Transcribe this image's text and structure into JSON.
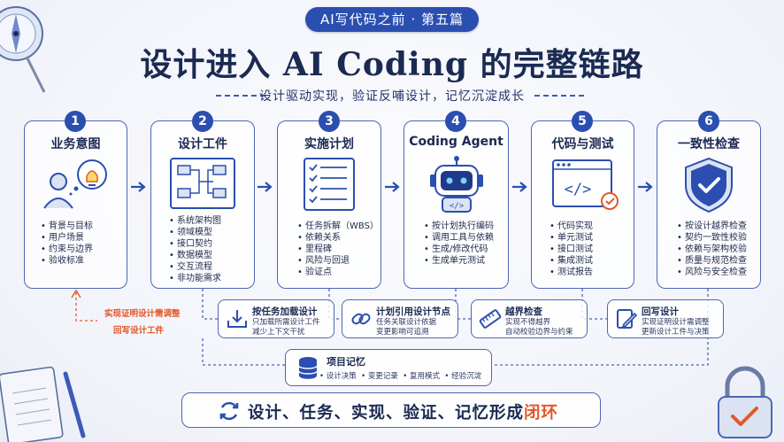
{
  "header": {
    "pill": "AI写代码之前 · 第五篇",
    "title": "设计进入 AI Coding 的完整链路",
    "subtitle": "设计驱动实现，验证反哺设计，记忆沉淀成长"
  },
  "steps": [
    {
      "num": "1",
      "title": "业务意图",
      "items": [
        "背景与目标",
        "用户场景",
        "约束与边界",
        "验收标准"
      ],
      "icon": "person-lightbulb-icon"
    },
    {
      "num": "2",
      "title": "设计工件",
      "items": [
        "系统架构图",
        "领域模型",
        "接口契约",
        "数据模型",
        "交互流程",
        "非功能需求"
      ],
      "icon": "diagram-board-icon"
    },
    {
      "num": "3",
      "title": "实施计划",
      "items": [
        "任务拆解（WBS）",
        "依赖关系",
        "里程碑",
        "风险与回退",
        "验证点"
      ],
      "icon": "checklist-icon"
    },
    {
      "num": "4",
      "title": "Coding Agent",
      "items": [
        "按计划执行编码",
        "调用工具与依赖",
        "生成/修改代码",
        "生成单元测试"
      ],
      "icon": "robot-icon"
    },
    {
      "num": "5",
      "title": "代码与测试",
      "items": [
        "代码实现",
        "单元测试",
        "接口测试",
        "集成测试",
        "测试报告"
      ],
      "icon": "code-window-icon"
    },
    {
      "num": "6",
      "title": "一致性检查",
      "items": [
        "按设计越界检查",
        "契约一致性校验",
        "依赖与架构校验",
        "质量与规范检查",
        "风险与安全检查"
      ],
      "icon": "shield-check-icon"
    }
  ],
  "subs": [
    {
      "title": "按任务加载设计",
      "lines": [
        "只加载所需设计工件",
        "减少上下文干扰"
      ],
      "icon": "download-tray-icon"
    },
    {
      "title": "计划引用设计节点",
      "lines": [
        "任务关联设计依据",
        "变更影响可追溯"
      ],
      "icon": "link-icon"
    },
    {
      "title": "越界检查",
      "lines": [
        "实现不得越界",
        "自动校验边界与约束"
      ],
      "icon": "ruler-icon"
    },
    {
      "title": "回写设计",
      "lines": [
        "实现证明设计需调整",
        "更新设计工件与决策"
      ],
      "icon": "edit-doc-icon"
    }
  ],
  "side_notes": [
    "实现证明设计需调整",
    "回写设计工件"
  ],
  "memory": {
    "title": "项目记忆",
    "tags": [
      "设计决策",
      "变更记录",
      "复用模式",
      "经验沉淀"
    ],
    "icon": "database-icon"
  },
  "bottom": {
    "text": "设计、任务、实现、验证、记忆形成",
    "highlight": "闭环",
    "icon": "refresh-icon"
  },
  "colors": {
    "primary": "#2b4fb0",
    "border": "#4c66b5",
    "accent": "#e2582b",
    "text": "#1b2a52"
  }
}
